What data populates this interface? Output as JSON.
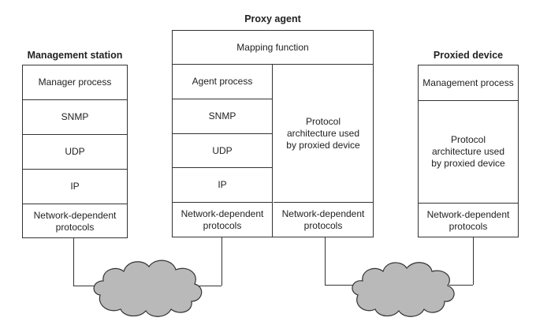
{
  "management_station": {
    "title": "Management station",
    "layers": [
      "Manager process",
      "SNMP",
      "UDP",
      "IP",
      "Network-dependent\nprotocols"
    ]
  },
  "proxy_agent": {
    "title": "Proxy agent",
    "mapping": "Mapping function",
    "left_layers": [
      "Agent process",
      "SNMP",
      "UDP",
      "IP",
      "Network-dependent\nprotocols"
    ],
    "right_arch": "Protocol\narchitecture used\nby proxied device",
    "right_net": "Network-dependent\nprotocols"
  },
  "proxied_device": {
    "title": "Proxied device",
    "layers": [
      "Management process",
      "Protocol\narchitecture used\nby proxied device",
      "Network-dependent\nprotocols"
    ]
  }
}
